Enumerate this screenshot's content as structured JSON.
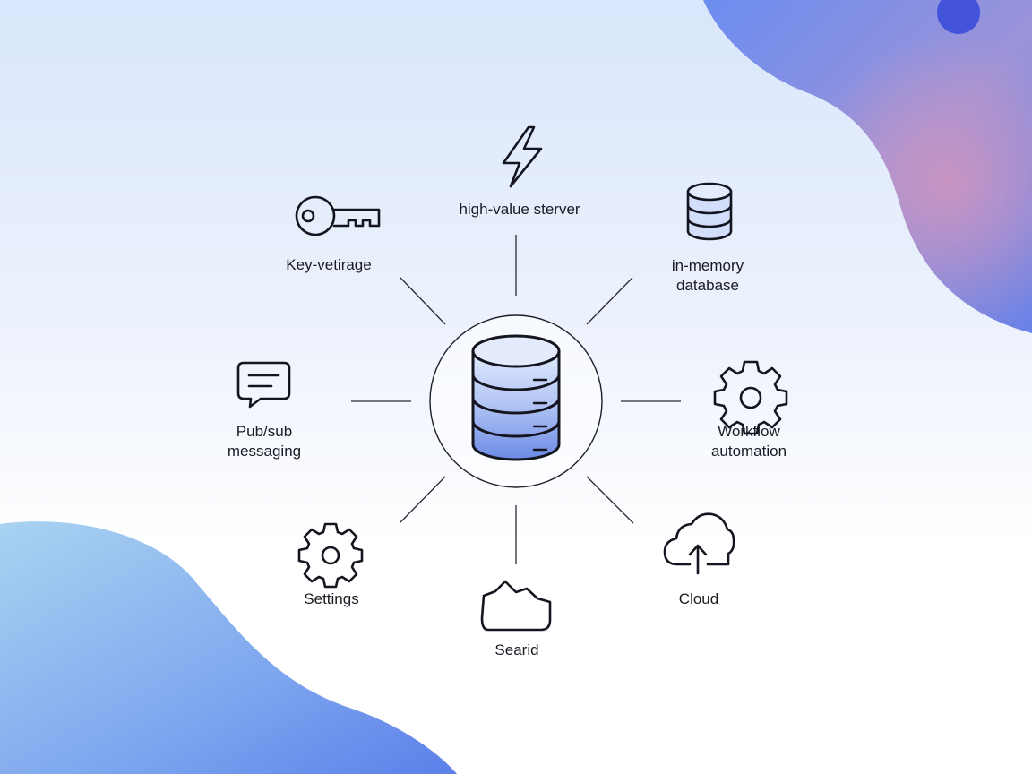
{
  "diagram": {
    "center": {
      "icon": "database-stack-icon"
    },
    "nodes": [
      {
        "id": "high-value-server",
        "icon": "lightning-bolt-icon",
        "lines": [
          "high-value sterver"
        ]
      },
      {
        "id": "in-memory-database",
        "icon": "database-icon",
        "lines": [
          "in-memory",
          "database"
        ]
      },
      {
        "id": "workflow-automation",
        "icon": "gear-icon",
        "lines": [
          "Workflow",
          "automation"
        ]
      },
      {
        "id": "cloud",
        "icon": "cloud-upload-icon",
        "lines": [
          "Cloud"
        ]
      },
      {
        "id": "search",
        "icon": "cloud-outline-icon",
        "lines": [
          "Searid"
        ]
      },
      {
        "id": "settings",
        "icon": "settings-gear-icon",
        "lines": [
          "Settings"
        ]
      },
      {
        "id": "pub-sub-messaging",
        "icon": "chat-bubble-icon",
        "lines": [
          "Pub/sub",
          "messaging"
        ]
      },
      {
        "id": "key-value-storage",
        "icon": "key-icon",
        "lines": [
          "Key-vetirage"
        ]
      }
    ]
  },
  "colors": {
    "accent": "#6f8ee8",
    "accent_light": "#d7e2fb",
    "stroke": "#15151f"
  }
}
